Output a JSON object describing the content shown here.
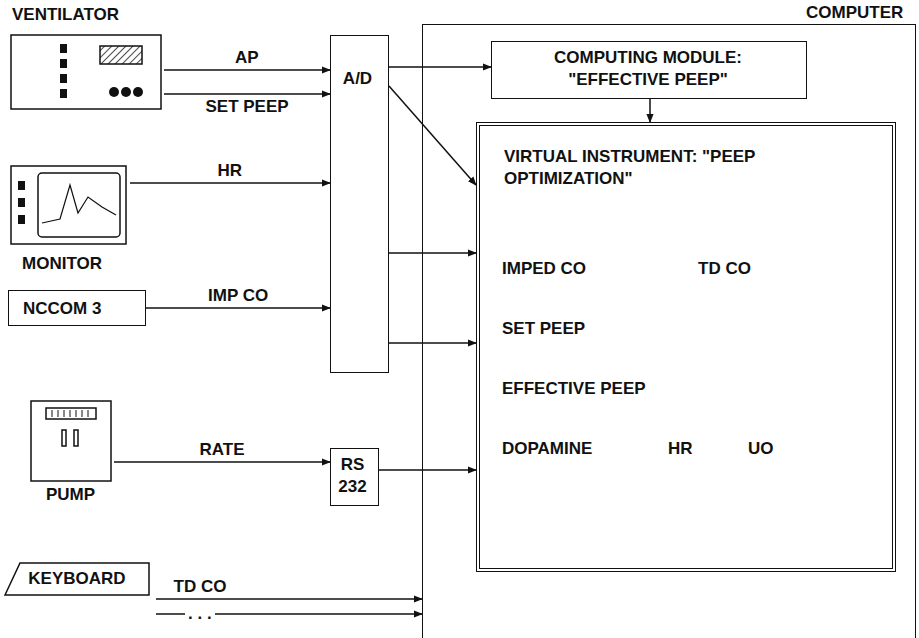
{
  "diagram": {
    "nodes": [
      {
        "text": [
          "COMPUTER"
        ]
      },
      {
        "text": [
          "VENTILATOR"
        ]
      },
      {
        "text": [
          "A/D"
        ]
      },
      {
        "text": [
          "MONITOR"
        ]
      },
      {
        "text": [
          "NCCOM 3"
        ]
      },
      {
        "text": [
          "PUMP"
        ]
      },
      {
        "text": [
          "RS 232"
        ]
      },
      {
        "text": [
          "KEYBOARD"
        ]
      },
      {
        "text": [
          "COMPUTING MODULE: \"EFFECTIVE PEEP\""
        ],
        "in": 0
      },
      {
        "text": [
          "VIRTUAL INSTRUMENT: \"PEEP OPTIMIZATION\"",
          "IMPED CO",
          "TD CO",
          "SET PEEP",
          "EFFECTIVE PEEP",
          "DOPAMINE",
          "HR",
          "UO"
        ],
        "in": 0
      }
    ],
    "edges": [
      {
        "from": 1,
        "to": 2,
        "label": "AP",
        "arrow": "to"
      },
      {
        "from": 1,
        "to": 2,
        "label": "SET PEEP",
        "arrow": "to"
      },
      {
        "from": 3,
        "to": 2,
        "label": "HR",
        "arrow": "to"
      },
      {
        "from": 4,
        "to": 2,
        "label": "IMP CO",
        "arrow": "to"
      },
      {
        "from": 2,
        "to": 8,
        "arrow": "to"
      },
      {
        "from": 2,
        "to": 9,
        "arrow": "to"
      },
      {
        "from": 2,
        "to": 9,
        "arrow": "to"
      },
      {
        "from": 2,
        "to": 9,
        "arrow": "to"
      },
      {
        "from": 8,
        "to": 9,
        "arrow": "to"
      },
      {
        "from": 5,
        "to": 6,
        "label": "RATE",
        "arrow": "to"
      },
      {
        "from": 6,
        "to": 9,
        "arrow": "to"
      },
      {
        "from": 7,
        "to": 0,
        "label": "TD CO",
        "arrow": "to"
      },
      {
        "from": 7,
        "to": 0,
        "label": ". . .",
        "arrow": "to"
      }
    ]
  }
}
